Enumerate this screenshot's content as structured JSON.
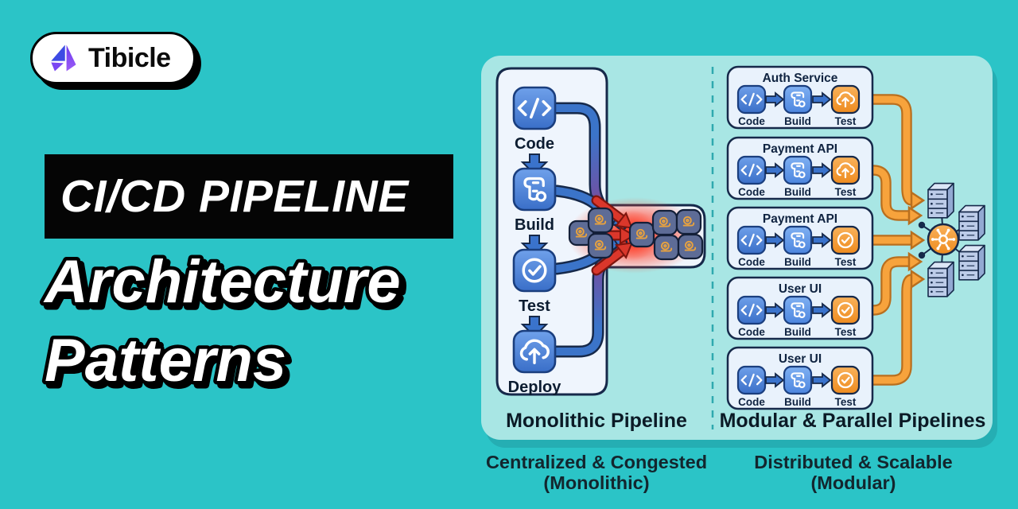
{
  "brand": {
    "name": "Tibicle",
    "logo_icon": "tibicle-flag-icon"
  },
  "hero": {
    "title_line1": "CI/CD PIPELINE",
    "title_line2": "Architecture",
    "title_line3": "Patterns"
  },
  "diagram": {
    "left": {
      "caption": "Monolithic Pipeline",
      "subcaption_line1": "Centralized & Congested",
      "subcaption_line2": "(Monolithic)",
      "stages": [
        {
          "label": "Code",
          "icon": "code-icon"
        },
        {
          "label": "Build",
          "icon": "build-script-icon"
        },
        {
          "label": "Test",
          "icon": "check-circle-icon"
        },
        {
          "label": "Deploy",
          "icon": "cloud-upload-icon"
        }
      ],
      "congestion": {
        "queued_job_count": 8,
        "queued_job_icon": "snail-icon"
      }
    },
    "right": {
      "caption": "Modular & Parallel Pipelines",
      "subcaption_line1": "Distributed & Scalable",
      "subcaption_line2": "(Modular)",
      "pipelines": [
        {
          "name": "Auth Service",
          "stages": [
            "Code",
            "Build",
            "Test"
          ],
          "test_icon": "cloud-upload-icon"
        },
        {
          "name": "Payment API",
          "stages": [
            "Code",
            "Build",
            "Test"
          ],
          "test_icon": "cloud-upload-icon"
        },
        {
          "name": "Payment API",
          "stages": [
            "Code",
            "Build",
            "Test"
          ],
          "test_icon": "check-circle-icon"
        },
        {
          "name": "User UI",
          "stages": [
            "Code",
            "Build",
            "Test"
          ],
          "test_icon": "check-circle-icon"
        },
        {
          "name": "User UI",
          "stages": [
            "Code",
            "Build",
            "Test"
          ],
          "test_icon": "check-circle-icon"
        }
      ],
      "cluster": {
        "hub_icon": "hub-node-icon",
        "server_icon": "server-stack-icon",
        "server_count": 4
      }
    },
    "colors": {
      "background": "#2BC4C7",
      "panel": "#A8E6E4",
      "navy_outline": "#16294A",
      "stage_blue": "#3A73CC",
      "stage_orange": "#EE8B1F",
      "congestion_red": "#DA372B",
      "connector_orange": "#F7A33C"
    }
  }
}
